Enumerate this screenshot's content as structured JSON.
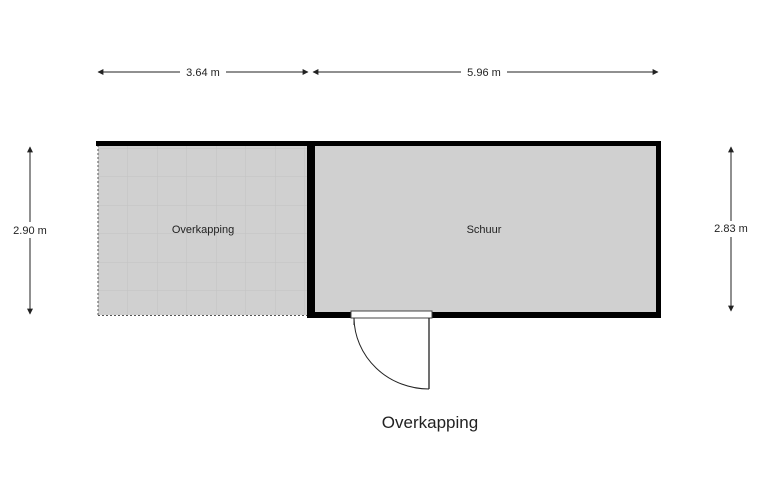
{
  "plan": {
    "title": "Overkapping",
    "rooms": {
      "overkapping": {
        "label": "Overkapping"
      },
      "schuur": {
        "label": "Schuur"
      }
    },
    "dimensions": {
      "top_left": "3.64 m",
      "top_right": "5.96 m",
      "left": "2.90 m",
      "right": "2.83 m"
    }
  },
  "colors": {
    "wall": "#000000",
    "floor": "#d0d0d0",
    "tile_line": "#bdbdbd",
    "dimension_line": "#222222"
  }
}
